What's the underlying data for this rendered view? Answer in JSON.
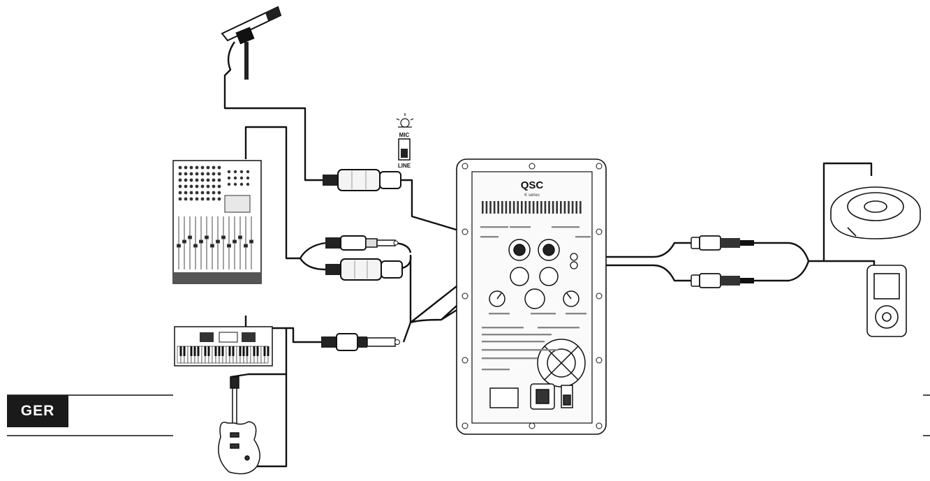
{
  "switch": {
    "top_label": "MIC",
    "bottom_label": "LINE"
  },
  "amp": {
    "brand": "QSC",
    "series": "K series"
  },
  "language_tab": {
    "label": "GER"
  }
}
